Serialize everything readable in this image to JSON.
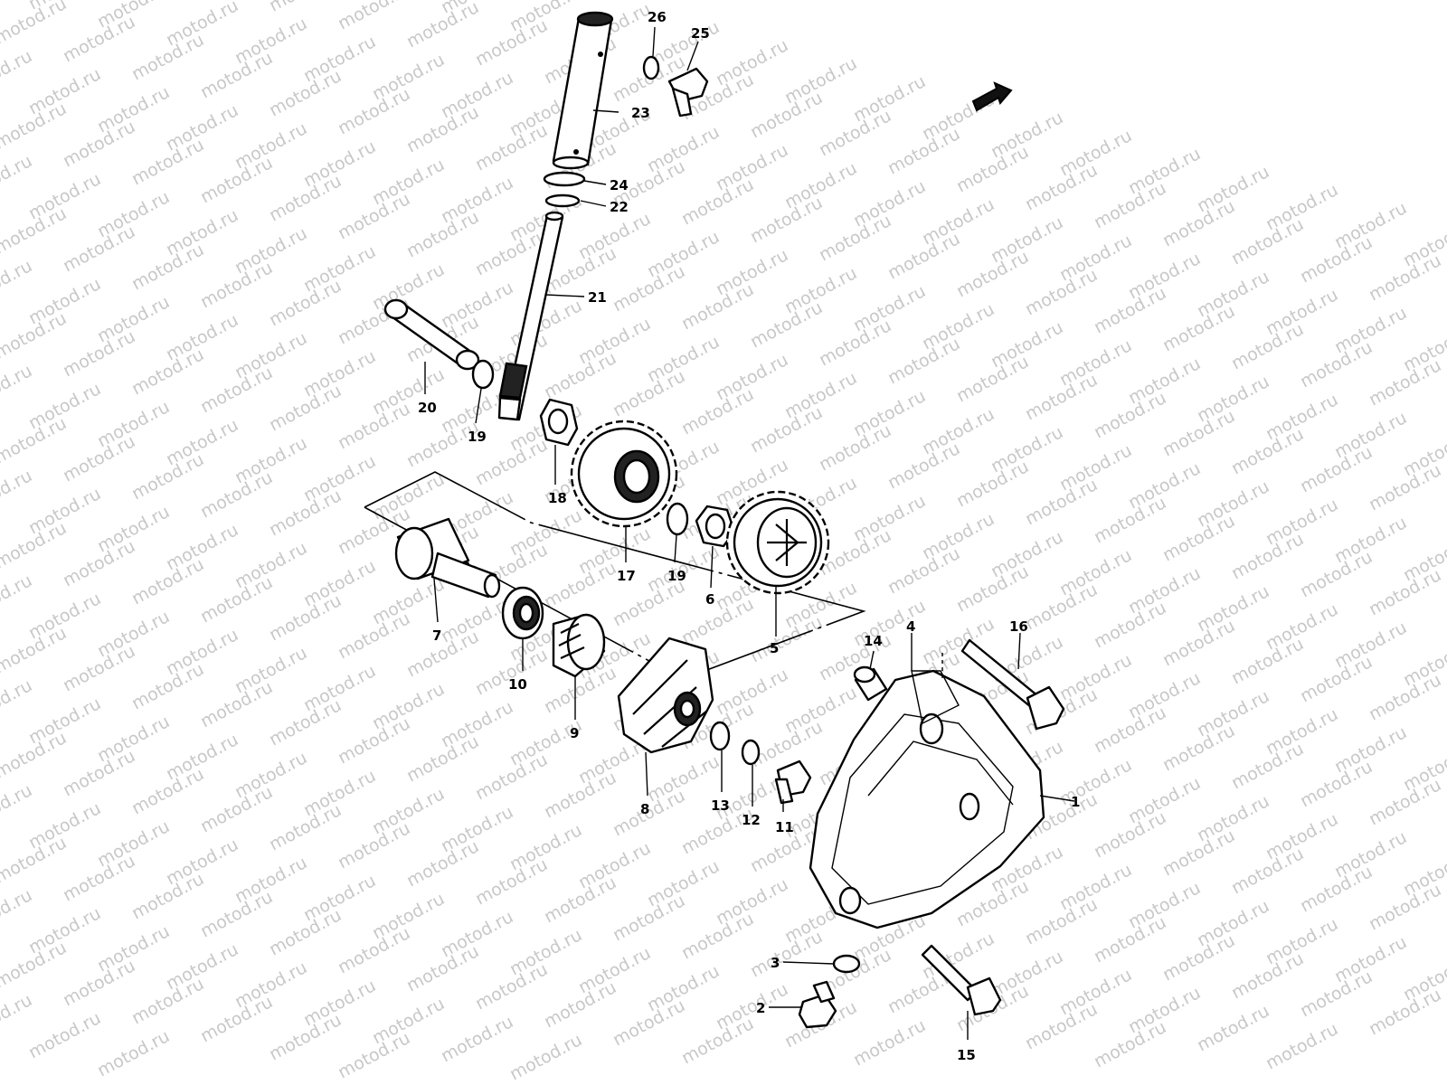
{
  "watermark": "motod.ru",
  "part_numbers": [
    "1",
    "2",
    "3",
    "4",
    "5",
    "6",
    "7",
    "8",
    "9",
    "10",
    "11",
    "12",
    "13",
    "14",
    "15",
    "16",
    "17",
    "18",
    "19",
    "19",
    "20",
    "21",
    "22",
    "23",
    "24",
    "25",
    "26"
  ],
  "icon": "front-direction-arrow-icon"
}
